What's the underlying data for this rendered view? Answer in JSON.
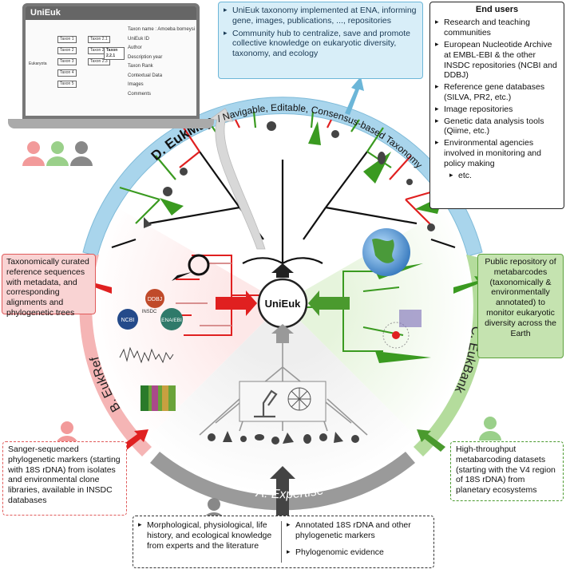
{
  "laptop": {
    "title": "UniEuk",
    "fields": [
      "Taxon name : Amoeba borneysi",
      "UniEuk ID",
      "Author",
      "Description year",
      "Taxon Rank",
      "Contextual Data",
      "Images",
      "Comments"
    ],
    "tree_labels": [
      "Eukaryota",
      "Taxon 1",
      "Taxon 2",
      "Taxon 3",
      "Taxon 4",
      "Taxon 5",
      "Taxon 2.1",
      "Taxon 2.2",
      "Taxon 2.3",
      "Taxon 2.2.1"
    ]
  },
  "top_box": {
    "items": [
      "UniEuk taxonomy implemented at ENA, informing gene, images, publications, ..., repositories",
      "Community hub to centralize, save and promote collective knowledge on eukaryotic diversity, taxonomy, and ecology"
    ]
  },
  "end_users": {
    "title": "End users",
    "items": [
      "Research and teaching communities",
      "European Nucleotide Archive at EMBL-EBI & the other INSDC repositories (NCBI and DDBJ)",
      "Reference gene databases (SILVA, PR2, etc.)",
      "Image repositories",
      "Genetic data analysis tools (Qiime, etc.)",
      "Environmental agencies involved in monitoring and policy making",
      "etc."
    ]
  },
  "arcs": {
    "d_label": "D.  EukMap",
    "d_sub": "/ Navigable, Editable, Consensus-based Taxonomy",
    "b_label": "B.  EukRef",
    "c_label": "C.  EukBank",
    "a_label": "A.  Expertise"
  },
  "center_label": "UniEuk",
  "db_logos": {
    "ddbj": "DDBJ",
    "insdc": "INSDC",
    "ncbi": "NCBI",
    "ena": "ENA/EBI"
  },
  "eukref_box": "Taxonomically curated reference sequences with metadata, and corresponding alignments and phylogenetic trees",
  "eukbank_box": "Public repository of metabarcodes (taxonomically & environmentally annotated) to monitor eukaryotic diversity across the Earth",
  "sanger_box": "Sanger-sequenced phylogenetic markers (starting with 18S rDNA) from isolates and environmental clone libraries, available in INSDC databases",
  "htp_box": "High-throughput metabarcoding datasets (starting with the V4 region of 18S rDNA) from planetary ecosystems",
  "expertise_box": {
    "left": [
      "Morphological, physiological, life history, and ecological knowledge from experts and the literature"
    ],
    "right": [
      "Annotated 18S rDNA and other phylogenetic markers",
      "Phylogenomic evidence"
    ]
  },
  "colors": {
    "eukmap": "#a9d5ec",
    "eukref": "#f5b5b5",
    "eukbank": "#b4dc9c",
    "expertise": "#999999",
    "red": "#e02020",
    "green": "#3a9a20"
  }
}
